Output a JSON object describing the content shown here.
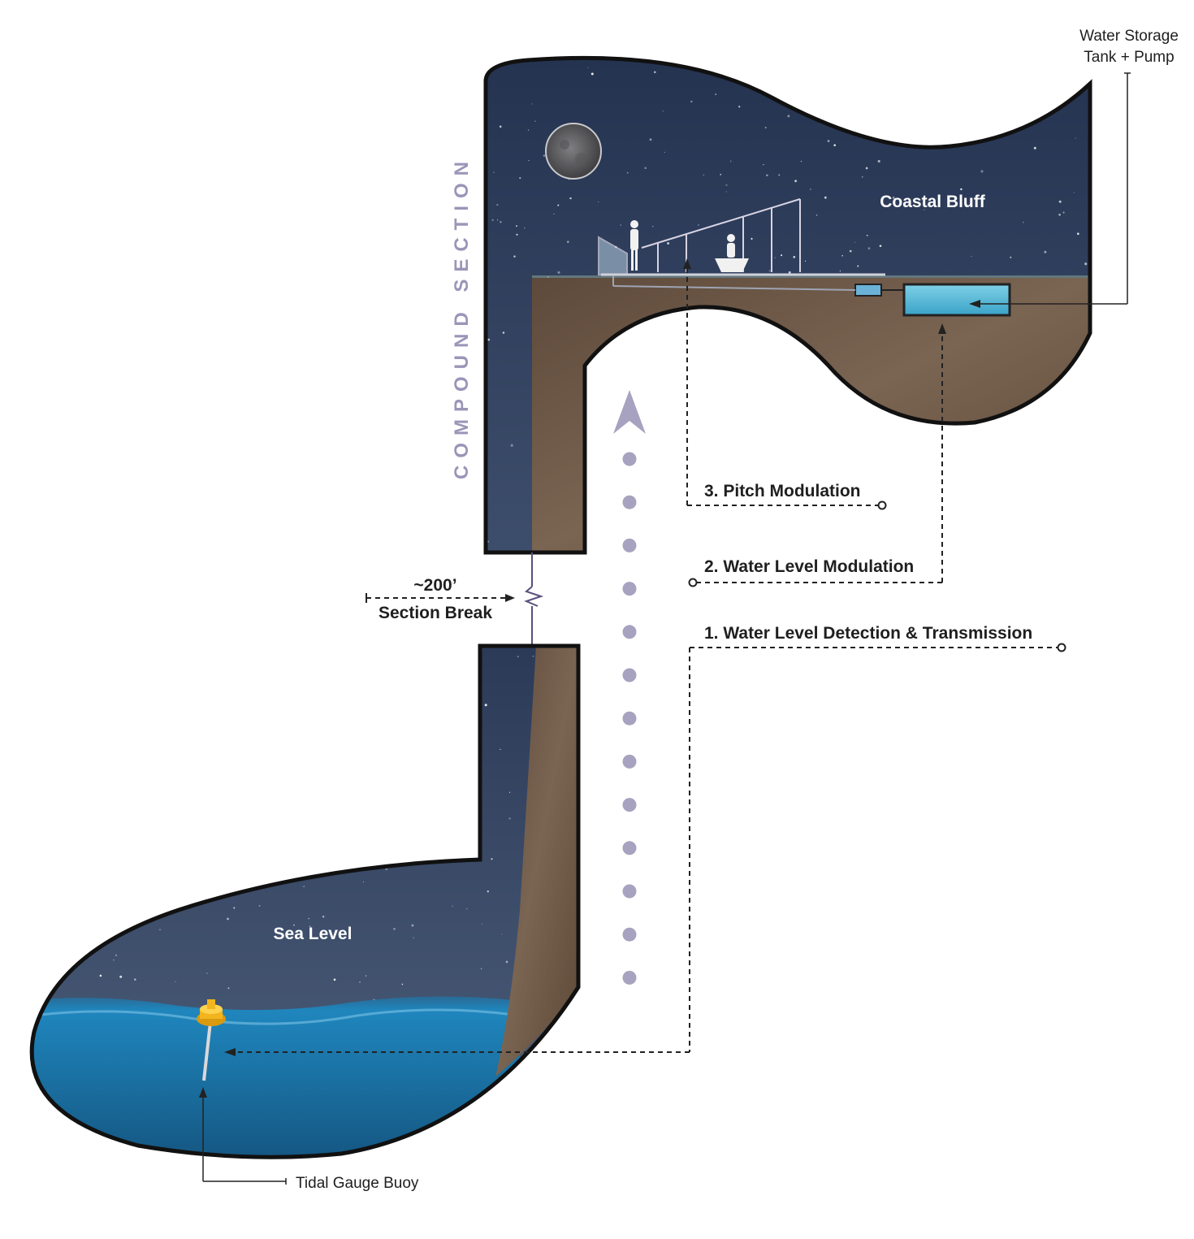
{
  "diagram": {
    "vertical_title": "COMPOUND SECTION",
    "zones": {
      "top": "Coastal Bluff",
      "bottom": "Sea Level"
    },
    "callouts": {
      "storage_line1": "Water Storage",
      "storage_line2": "Tank + Pump",
      "buoy": "Tidal Gauge Buoy",
      "distance": "~200’",
      "section_break": "Section Break"
    },
    "steps": [
      {
        "label": "1. Water Level Detection & Transmission"
      },
      {
        "label": "2. Water Level Modulation"
      },
      {
        "label": "3. Pitch Modulation"
      }
    ],
    "colors": {
      "night_sky": "#2c3b58",
      "earth": "#6a5442",
      "sea": "#1e7fb3",
      "arrow_dots": "#a7a2bf",
      "buoy": "#f2b51f"
    }
  }
}
